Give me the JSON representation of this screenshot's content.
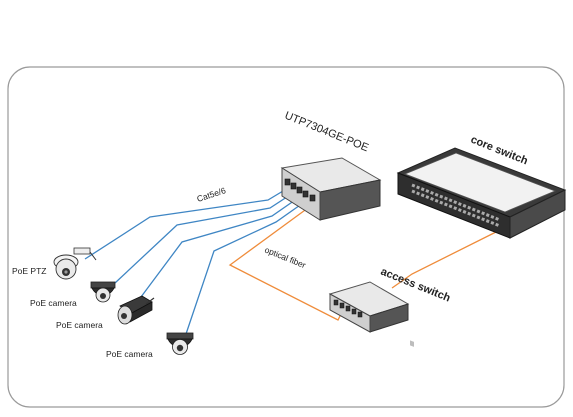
{
  "labels": {
    "poe_switch": "UTP7304GE-POE",
    "core_switch": "core switch",
    "access_switch": "access switch",
    "cable_type": "Cat5e/6",
    "optical_fiber": "optical fiber",
    "poe_ptz": "PoE PTZ",
    "poe_camera_1": "PoE camera",
    "poe_camera_2": "PoE camera",
    "poe_camera_3": "PoE camera"
  },
  "colors": {
    "utp_cable": "#3f86c4",
    "fiber_cable": "#ef8c3b",
    "frame": "#9a9a9a",
    "device_dark": "#2f2f2f"
  }
}
